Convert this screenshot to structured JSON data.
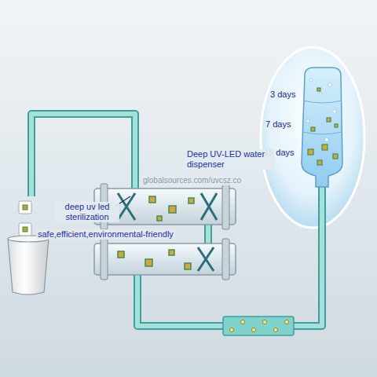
{
  "diagram": {
    "nodes": [
      {
        "text": [
          "3 days",
          "7 days",
          "15 days"
        ]
      }
    ],
    "labels": [
      "Deep UV-LED water dispenser",
      "deep uv led sterilization",
      "safe,efficient,environmental-friendly",
      "globalsources.com/uvcsz.co"
    ]
  }
}
